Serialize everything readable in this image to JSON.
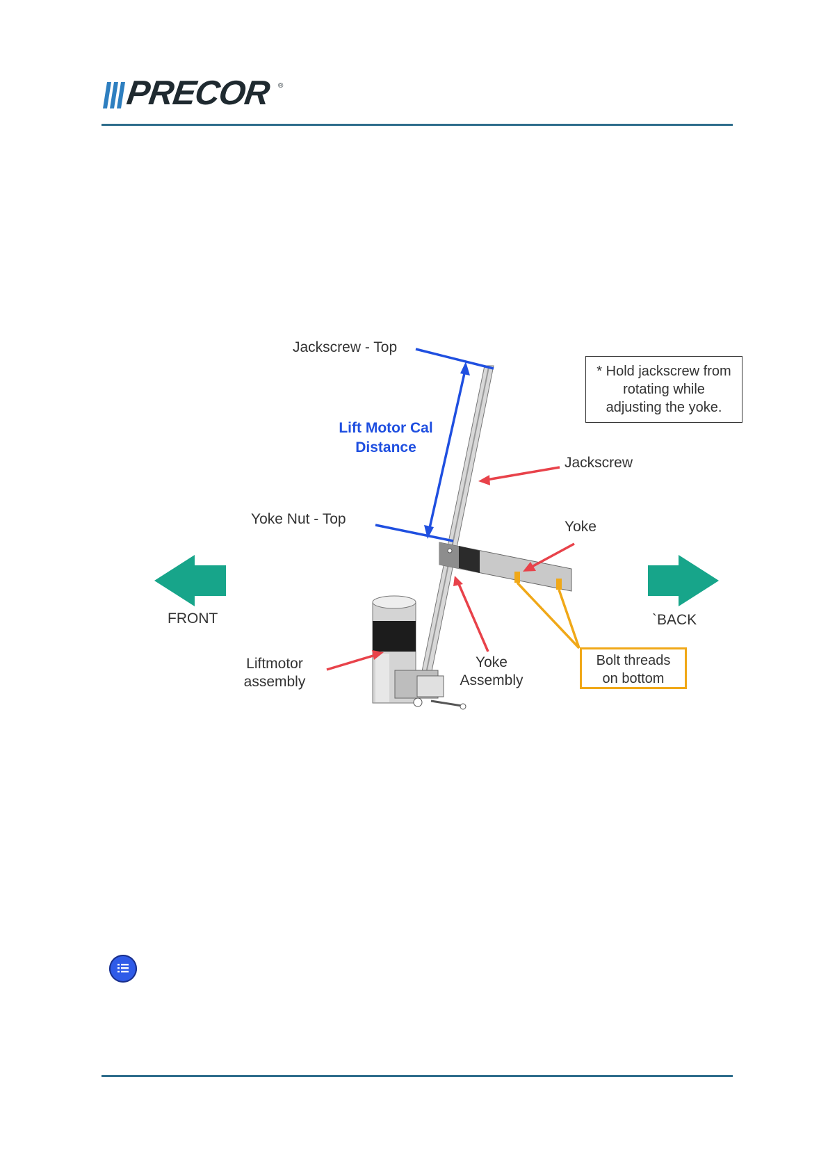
{
  "header": {
    "brand": "PRECOR",
    "registered_mark": "®"
  },
  "diagram": {
    "labels": {
      "jackscrew_top": "Jackscrew - Top",
      "lift_motor_cal_line1": "Lift Motor Cal",
      "lift_motor_cal_line2": "Distance",
      "yoke_nut_top": "Yoke Nut - Top",
      "jackscrew": "Jackscrew",
      "yoke": "Yoke",
      "front": "FRONT",
      "back": "`BACK",
      "liftmotor_line1": "Liftmotor",
      "liftmotor_line2": "assembly",
      "yoke_assembly_line1": "Yoke",
      "yoke_assembly_line2": "Assembly"
    },
    "note": {
      "line1": "* Hold jackscrew from",
      "line2": "rotating while",
      "line3": "adjusting the yoke."
    },
    "bolt_callout": {
      "line1": "Bolt threads",
      "line2": "on bottom"
    },
    "colors": {
      "measure": "#1f4fe0",
      "pointer": "#e8424a",
      "bolt": "#f0a818",
      "direction_arrow": "#17a58a"
    }
  },
  "note_icon": "list-note-icon"
}
